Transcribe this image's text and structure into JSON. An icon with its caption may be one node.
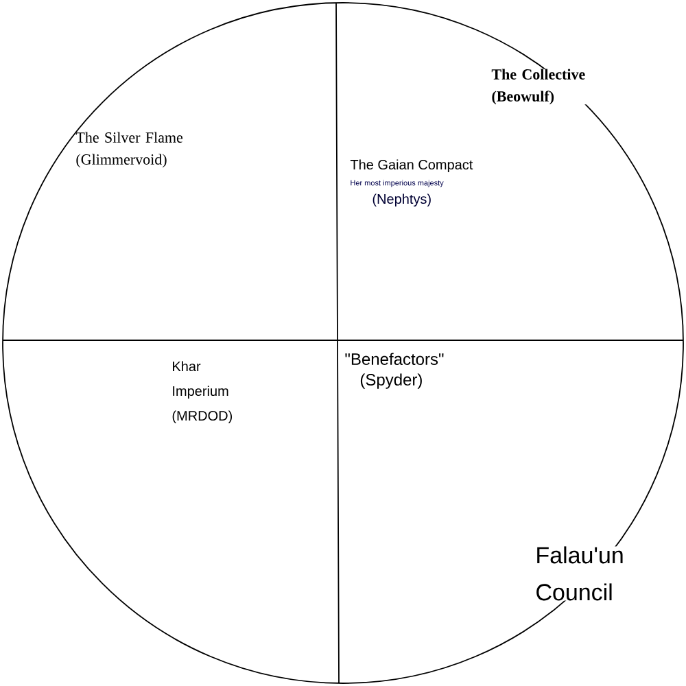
{
  "diagram": {
    "labels": [
      "The Silver Flame (Glimmervoid)",
      "The Collective (Beowulf)",
      "The Gaian Compact",
      "Her most imperious majesty",
      "(Nephtys)",
      "Khar Imperium (MRDOD)",
      "\"Benefactors\" (Spyder)",
      "Falau'un Council"
    ]
  }
}
